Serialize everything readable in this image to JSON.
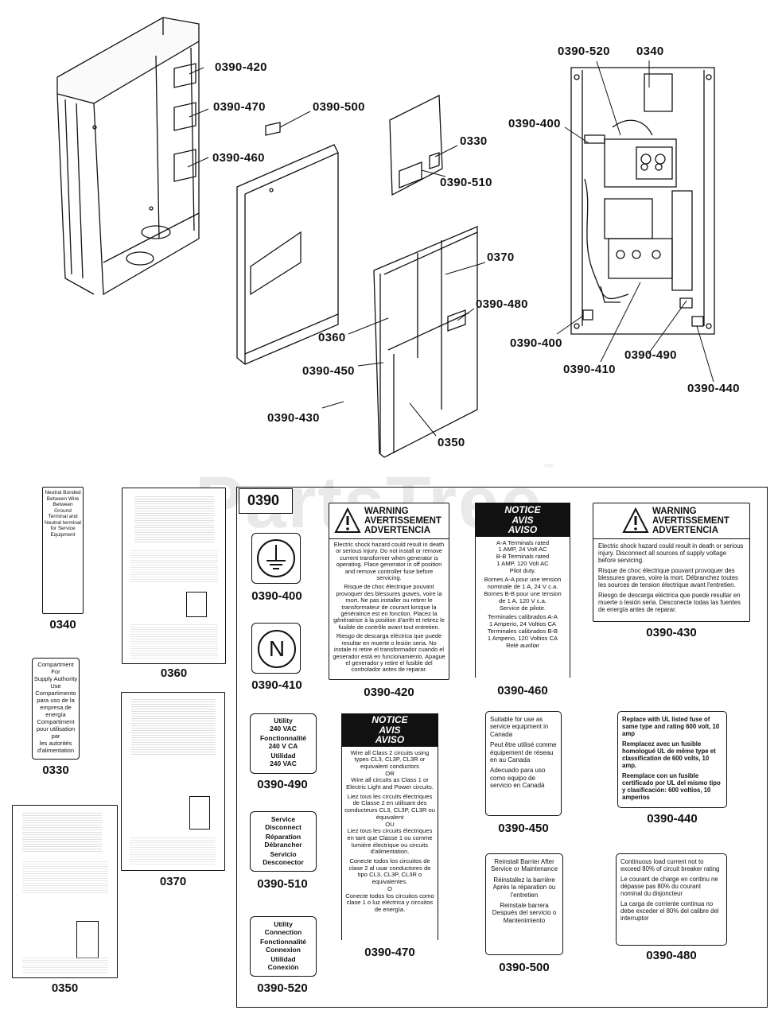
{
  "watermark": "PartsTree",
  "watermark_tm": "™",
  "callouts": {
    "c0390_420": "0390-420",
    "c0390_470": "0390-470",
    "c0390_460": "0390-460",
    "c0390_500": "0390-500",
    "c0330": "0330",
    "c0390_510": "0390-510",
    "c0370": "0370",
    "c0390_480": "0390-480",
    "c0360": "0360",
    "c0390_450": "0390-450",
    "c0390_430": "0390-430",
    "c0350": "0350",
    "c0390_520": "0390-520",
    "c0340": "0340",
    "c0390_400a": "0390-400",
    "c0390_400b": "0390-400",
    "c0390_410": "0390-410",
    "c0390_490": "0390-490",
    "c0390_440": "0390-440"
  },
  "group_label": "0390",
  "labels": {
    "l0340": "0340",
    "l0360": "0360",
    "l0330": "0330",
    "l0370": "0370",
    "l0350": "0350",
    "l0390_400": "0390-400",
    "l0390_410": "0390-410",
    "l0390_490": "0390-490",
    "l0390_510": "0390-510",
    "l0390_520": "0390-520",
    "l0390_420": "0390-420",
    "l0390_470": "0390-470",
    "l0390_460": "0390-460",
    "l0390_450": "0390-450",
    "l0390_500": "0390-500",
    "l0390_430": "0390-430",
    "l0390_440": "0390-440",
    "l0390_480": "0390-480"
  },
  "decals": {
    "d0340": "Neutral Bonded Between Wire Between Ground Terminal and Neutral terminal for Service Equipment",
    "d0330": [
      "Compartment For",
      "Supply Authority",
      "Use",
      "Compartimento",
      "para uso de la",
      "empresa de",
      "energía",
      "Compartiment",
      "pour utilisation par",
      "les autorités",
      "d'alimentation"
    ],
    "n_symbol": "N",
    "d0390_490": [
      "Utility",
      "240 VAC",
      "Fonctionnalité",
      "240 V CA",
      "Utilidad",
      "240 VAC"
    ],
    "d0390_510": [
      "Service",
      "Disconnect",
      "Réparation",
      "Débrancher",
      "Servicio",
      "Desconector"
    ],
    "d0390_520": [
      "Utility",
      "Connection",
      "Fonctionnalité",
      "Connexion",
      "Utilidad",
      "Conexión"
    ],
    "d0390_420": {
      "heading": [
        "WARNING",
        "AVERTISSEMENT",
        "ADVERTENCIA"
      ],
      "body": [
        "Electric shock hazard could result in death or serious injury. Do not install or remove current transformer when generator is operating. Place generator in off position and remove controller fuse before servicing.",
        "Risque de choc électrique pouvant provoquer des blessures graves, voire la mort. Ne pas installer ou retirer le transformateur de courant lorsque la génératrice est en fonction. Placez la génératrice à la position d'arrêt et retirez le fusible de contrôle avant tout entretien.",
        "Riesgo de descarga eléctrica que puede resultar en muerte o lesión seria. No instale ni retire el transformador cuando el generador está en funcionamiento. Apague el generador y retire el fusible del controlador antes de reparar."
      ]
    },
    "d0390_460": {
      "heading": [
        "NOTICE",
        "AVIS",
        "AVISO"
      ],
      "body": [
        "A-A Terminals rated",
        "1 AMP, 24 Volt AC",
        "B-B Terminals rated",
        "1 AMP, 120 Volt AC",
        "Pilot duty.",
        "Bornes A-A pour une tension",
        "nominale de 1 A, 24 V c.a.",
        "Bornes B-B pour une tension",
        "de 1 A, 120 V c.a.",
        "Service de pilote.",
        "Terminales calibrados A-A",
        "1 Amperio, 24 Voltios CA",
        "Terminales calibrados B-B",
        "1 Amperio, 120 Voltios CA",
        "Relé auxiliar"
      ]
    },
    "d0390_430": {
      "heading": [
        "WARNING",
        "AVERTISSEMENT",
        "ADVERTENCIA"
      ],
      "body": [
        "Electric shock hazard could result in death or serious injury. Disconnect all sources of supply voltage before servicing.",
        "Risque de choc électrique pouvant provoquer des blessures graves, voire la mort. Débranchez toutes les sources de tension électrique avant l'entretien.",
        "Riesgo de descarga eléctrica que puede resultar en muerte o lesión seria. Desconecte todas las fuentes de energía antes de reparar."
      ]
    },
    "d0390_470": {
      "heading": [
        "NOTICE",
        "AVIS",
        "AVISO"
      ],
      "body": [
        "Wire all Class 2 circuits using types CL3, CL3P, CL3R or equivalent conductors",
        "OR",
        "Wire all circuits as Class 1 or Electric Light and Power circuits.",
        "Liez tous les circuits électriques de Classe 2 en utilisant des conducteurs CL3, CL3P, CL3R ou équivalent",
        "OU",
        "Liez tous les circuits électriques en tant que Classe 1 ou comme lumière électrique ou circuits d'alimentation.",
        "Conecte todos los circuitos de clase 2 al usar conductores de tipo CL3, CL3P, CL3R o equivalentes.",
        "O",
        "Conecte todos los circuitos como clase 1 o luz eléctrica y circuitos de energía."
      ]
    },
    "d0390_450": [
      "Suitable for use as service equipment in Canada",
      "Peut être utilisé comme équipement de réseau en au Canada",
      "Adecuado para uso como equipo de servicio en Canadá"
    ],
    "d0390_500": [
      "Reinstall Barrier After Service or Maintenance",
      "Réinstallez la barrière Après la réparation ou l'entretien",
      "Reinstale barrera Después del servicio o Mantenimiento"
    ],
    "d0390_440": [
      "Replace with UL listed fuse of same type and rating 600 volt, 10 amp",
      "Remplacez avec un fusible homologué UL de même type et classification de 600 volts, 10 amp.",
      "Reemplace con un fusible certificado por UL del mismo tipo y clasificación: 600 voltios, 10 amperios"
    ],
    "d0390_480": [
      "Continuous load current not to exceed 80% of circuit breaker rating",
      "Le courant de charge en continu ne dépasse pas 80% du courant nominal du disjoncteur",
      "La carga de corriente continua no debe exceder el 80% del calibre del interruptor"
    ]
  }
}
